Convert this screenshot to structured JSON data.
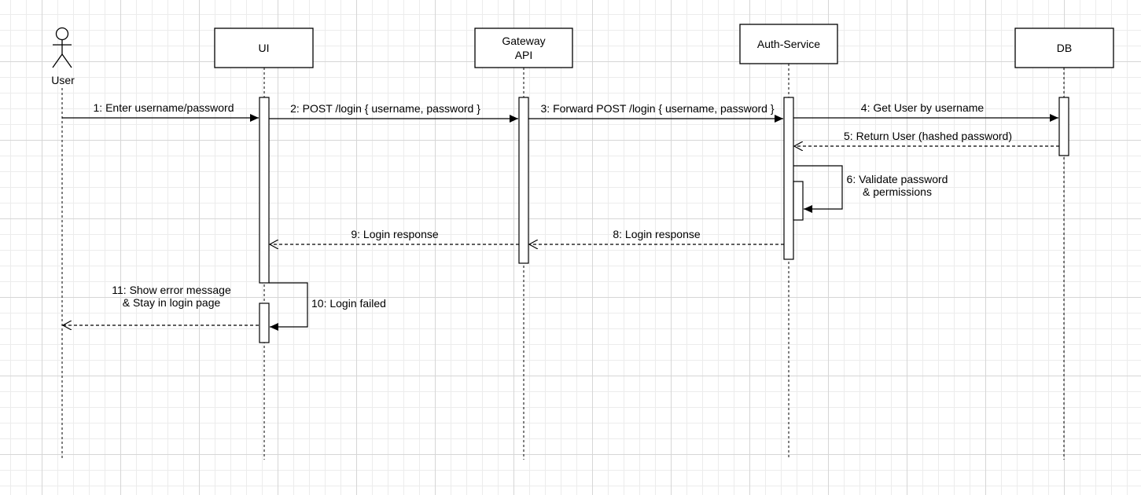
{
  "participants": {
    "user": {
      "label": "User"
    },
    "ui": {
      "label": "UI"
    },
    "gateway": {
      "label_line1": "Gateway",
      "label_line2": "API"
    },
    "auth": {
      "label": "Auth-Service"
    },
    "db": {
      "label": "DB"
    }
  },
  "messages": {
    "m1": {
      "text": "1: Enter username/password"
    },
    "m2": {
      "text": "2: POST /login { username, password }"
    },
    "m3": {
      "text": "3: Forward POST /login { username, password }"
    },
    "m4": {
      "text": "4: Get User by username"
    },
    "m5": {
      "text": "5: Return User (hashed password)"
    },
    "m6": {
      "line1": "6: Validate password",
      "line2": "& permissions"
    },
    "m8": {
      "text": "8:  Login response"
    },
    "m9": {
      "text": "9:  Login response"
    },
    "m10": {
      "text": "10: Login failed"
    },
    "m11": {
      "line1": "11: Show error message",
      "line2": "& Stay in login page"
    }
  }
}
